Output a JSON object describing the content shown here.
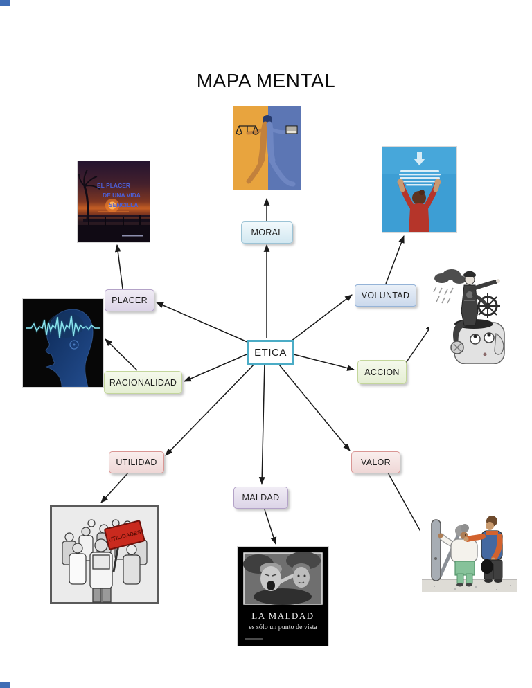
{
  "title": "MAPA MENTAL",
  "center": {
    "label": "ETICA"
  },
  "nodes": [
    {
      "id": "moral",
      "label": "MORAL"
    },
    {
      "id": "placer",
      "label": "PLACER"
    },
    {
      "id": "voluntad",
      "label": "VOLUNTAD"
    },
    {
      "id": "racionalidad",
      "label": "RACIONALIDAD"
    },
    {
      "id": "accion",
      "label": "ACCION"
    },
    {
      "id": "utilidad",
      "label": "UTILIDAD"
    },
    {
      "id": "valor",
      "label": "VALOR"
    },
    {
      "id": "maldad",
      "label": "MALDAD"
    }
  ],
  "edges": [
    {
      "from": "etica",
      "to": "moral"
    },
    {
      "from": "moral",
      "to": "justice-image"
    },
    {
      "from": "etica",
      "to": "placer"
    },
    {
      "from": "placer",
      "to": "sunset-image"
    },
    {
      "from": "etica",
      "to": "voluntad"
    },
    {
      "from": "voluntad",
      "to": "woman-image"
    },
    {
      "from": "etica",
      "to": "racionalidad"
    },
    {
      "from": "racionalidad",
      "to": "head-image"
    },
    {
      "from": "etica",
      "to": "accion"
    },
    {
      "from": "accion",
      "to": "captain-image"
    },
    {
      "from": "etica",
      "to": "utilidad"
    },
    {
      "from": "utilidad",
      "to": "crowd-image"
    },
    {
      "from": "etica",
      "to": "valor"
    },
    {
      "from": "valor",
      "to": "helping-image"
    },
    {
      "from": "etica",
      "to": "maldad"
    },
    {
      "from": "maldad",
      "to": "poster-image"
    }
  ],
  "images": {
    "justice": {
      "description": "Illustration of a striding figure holding balance scales and a book, background split orange and blue"
    },
    "sunset": {
      "description": "Book cover: sunset over water with palm tree and pier",
      "text_lines": [
        "EL PLACER",
        "DE UNA VIDA",
        "SENCILLA"
      ]
    },
    "woman": {
      "description": "Woman seen from behind raising both arms against a blue sky, with a white down arrow and small white quote text"
    },
    "captain": {
      "description": "Grayscale cartoon: a sea captain with a ship's wheel standing inside an open head, pointing ahead under a rain cloud"
    },
    "head": {
      "description": "Blue human head profile on black background crossed by a brainwave signal"
    },
    "crowd": {
      "description": "Grayscale cartoon crowd of workers, one raising a red protest sign",
      "sign_text": "UTILIDADES"
    },
    "poster": {
      "description": "Black poster with black-and-white photo of two children",
      "title": "LA MALDAD",
      "subtitle": "es sólo un punto de vista"
    },
    "helping": {
      "description": "Cartoon of a young man helping an elderly woman climb stairs while carrying her bag"
    }
  },
  "colors": {
    "etica_border": "#4bacc6",
    "node_blue_border": "#9cc3d5",
    "node_periwinkle_border": "#95b3d7",
    "node_lavender_border": "#b3a2c7",
    "node_green_border": "#c3d69b",
    "node_pink_border": "#d99694",
    "arrow": "#1a1a1a",
    "utilidades_sign": "#c92a1e",
    "sky_blue": "#3d9ed4"
  }
}
